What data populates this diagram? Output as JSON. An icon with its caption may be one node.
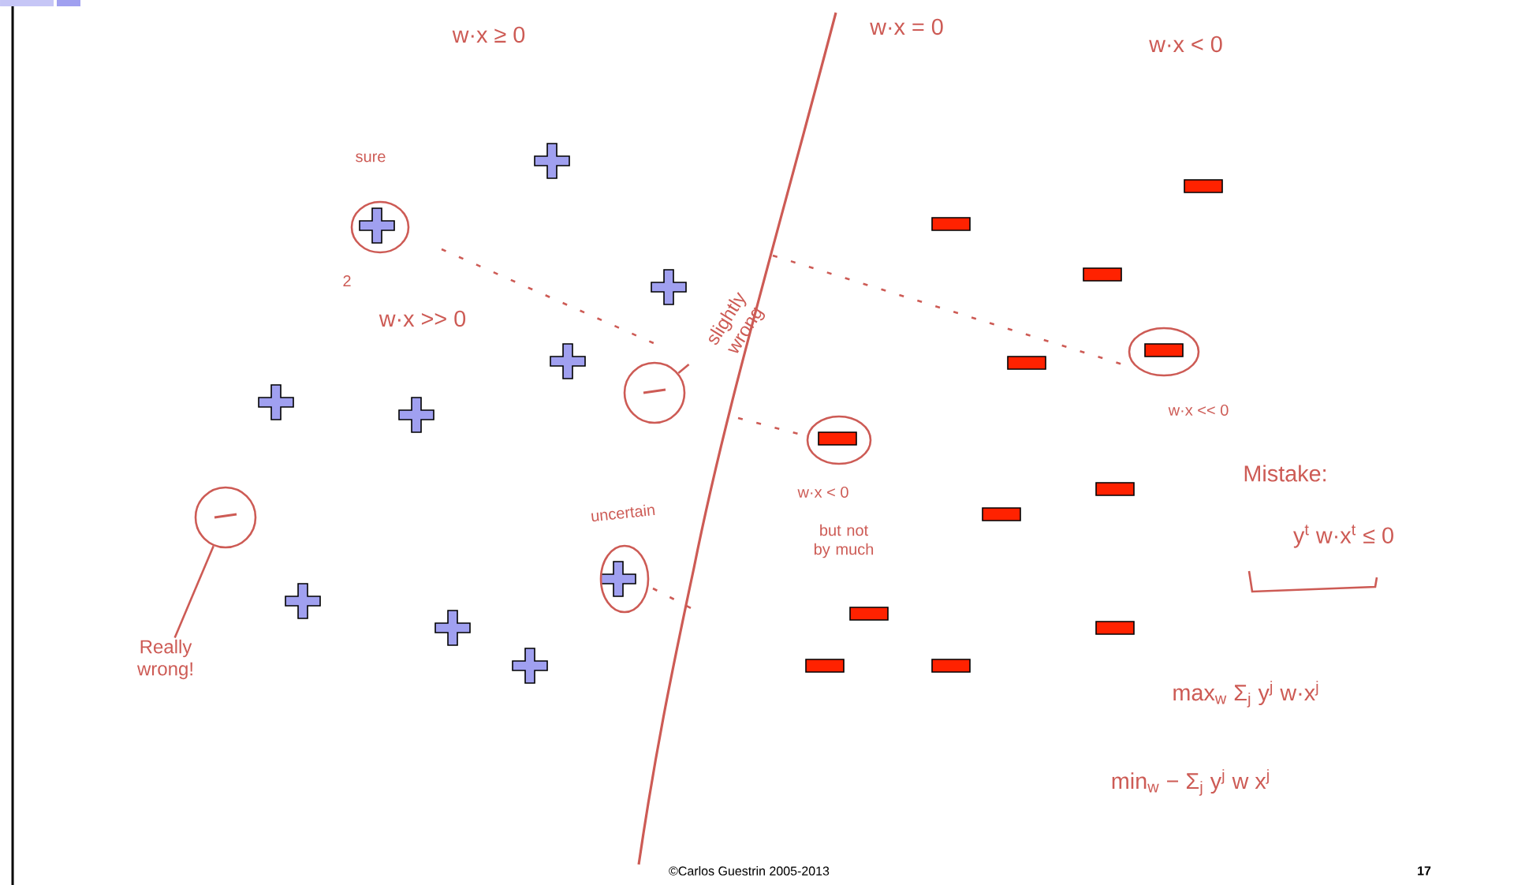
{
  "diagram": {
    "nodes": [
      {
        "text": [
          "Really wrong!"
        ]
      },
      {
        "text": [],
        "shape": "circle"
      },
      {
        "text": [
          "slightly wrong"
        ]
      },
      {
        "text": [],
        "shape": "circle"
      }
    ],
    "edges": [
      {
        "from": 0,
        "to": 1,
        "arrow": "none"
      },
      {
        "from": 2,
        "to": 3,
        "arrow": "none"
      }
    ],
    "labels": [
      "w·x ≥ 0",
      "w·x = 0",
      "w·x < 0",
      "sure",
      "2",
      "w·x >> 0",
      "uncertain",
      "w·x << 0",
      "w·x < 0",
      "but not by much",
      "Mistake:",
      "y$^{t}$ w·x$^{t}$ ≤ 0",
      "max$_{w}$ Σ$_{j}$ y$^{j}$ w·x$^{j}$",
      "min$_{w}$ − Σ$_{j}$ y$^{j}$ w x$^{j}$",
      "©Carlos Guestrin 2005-2013",
      "17"
    ]
  }
}
